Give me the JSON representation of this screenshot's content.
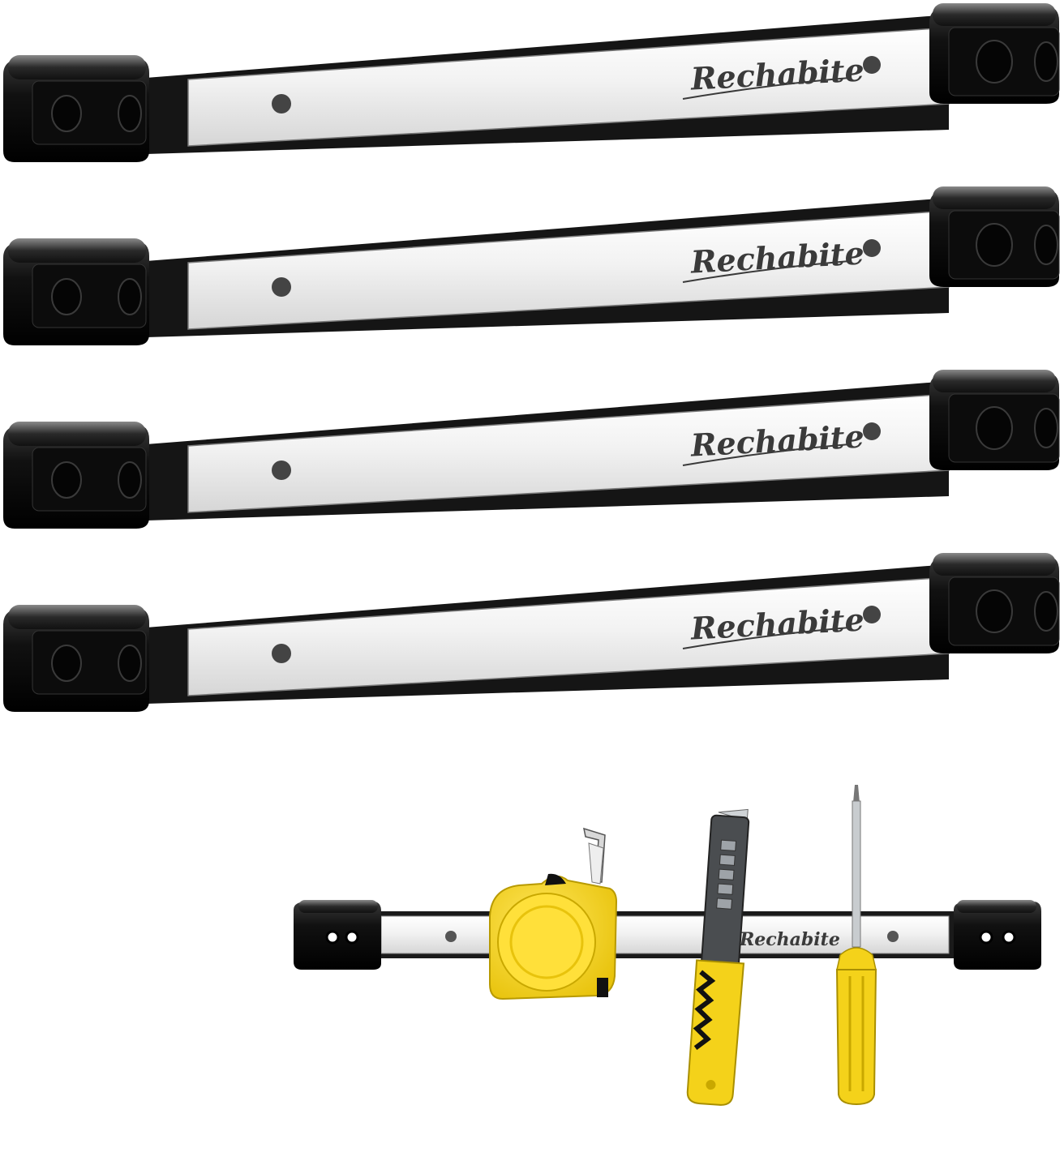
{
  "product": {
    "brand": "Rechabite",
    "bar_count": 4,
    "colors": {
      "background": "#ffffff",
      "end_caps": "#111111",
      "steel": "#e9e9e9",
      "tool_yellow": "#f4d21a"
    }
  },
  "demo": {
    "tools": [
      "tape-measure",
      "utility-knife",
      "screwdriver"
    ]
  }
}
